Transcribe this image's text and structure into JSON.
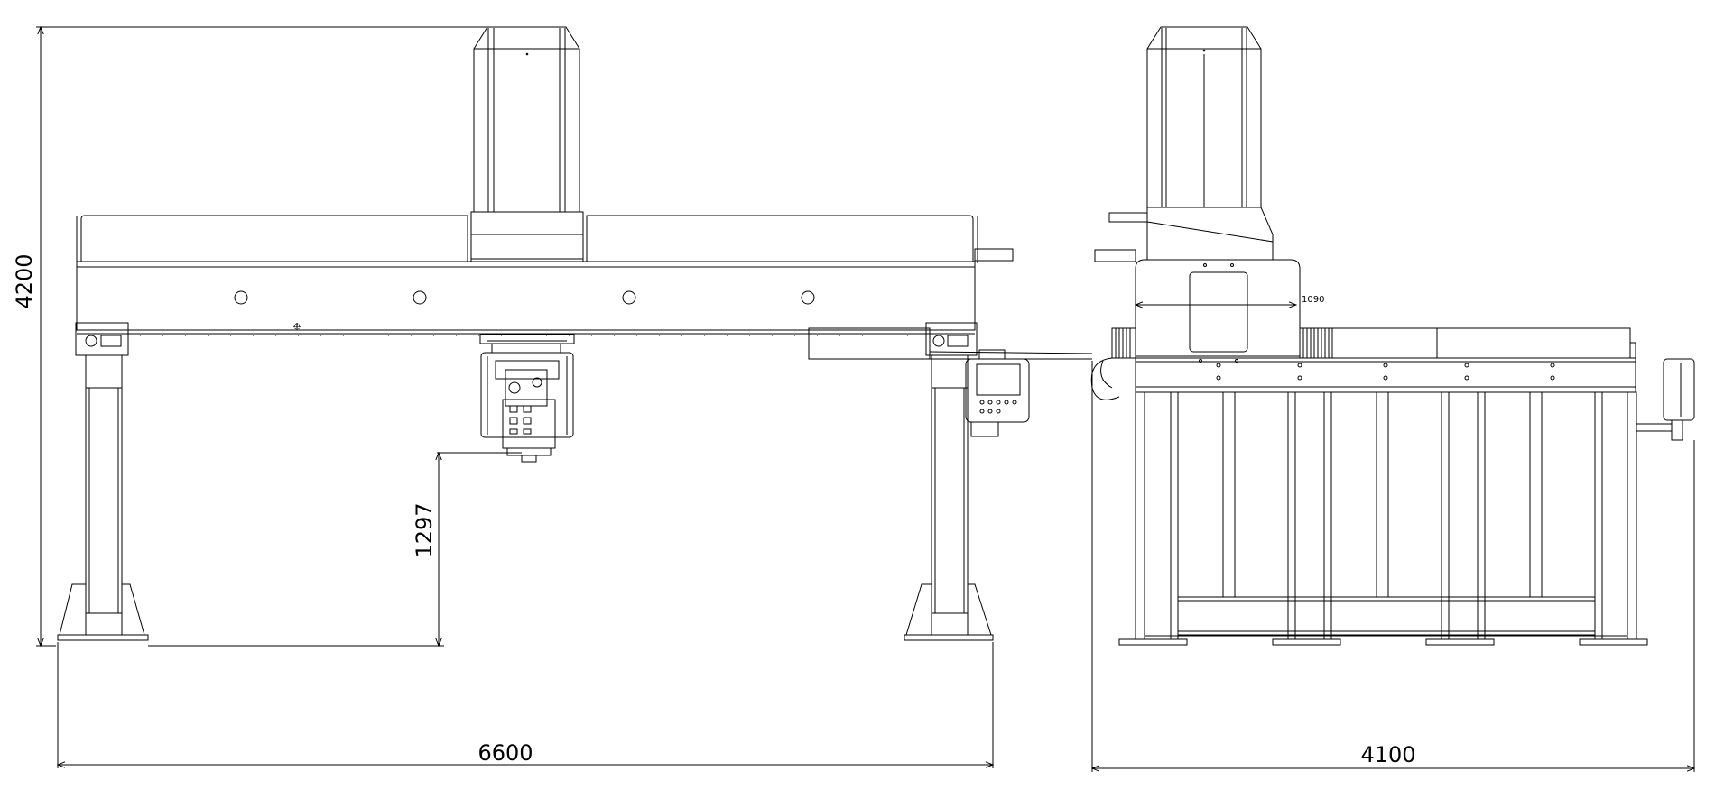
{
  "colors": {
    "line": "#000000",
    "background": "#ffffff"
  },
  "dimensions": {
    "overall_height": "4200",
    "spindle_clearance": "1297",
    "front_width": "6600",
    "side_depth": "4100",
    "head_travel": "1090"
  }
}
